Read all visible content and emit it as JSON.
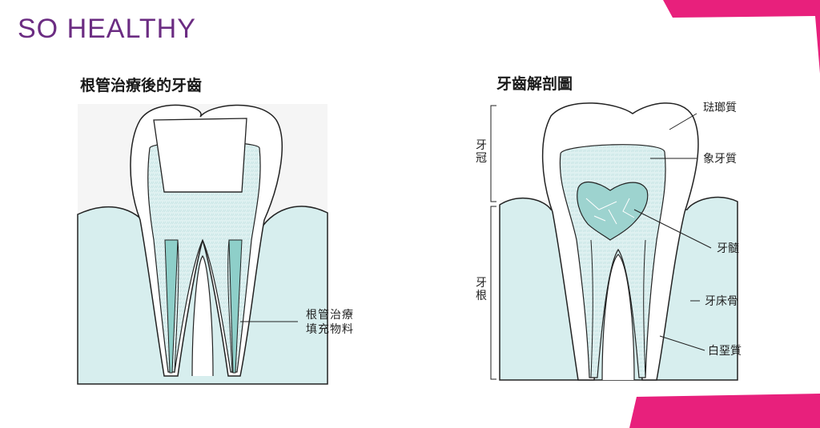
{
  "brand": {
    "logo_text": "SO HEALTHY",
    "color": "#6b2c82"
  },
  "accent_color": "#e8207c",
  "tissue_color": "#d7eeee",
  "left_diagram": {
    "title": "根管治療後的牙齒",
    "label_filling": "根管治療\n填充物料"
  },
  "right_diagram": {
    "title": "牙齒解剖圖",
    "label_crown": "牙冠",
    "label_root": "牙根",
    "labels": {
      "enamel": "琺瑯質",
      "dentin": "象牙質",
      "pulp": "牙髓",
      "alveolar_bone": "牙床骨",
      "cementum": "白堊質"
    }
  }
}
